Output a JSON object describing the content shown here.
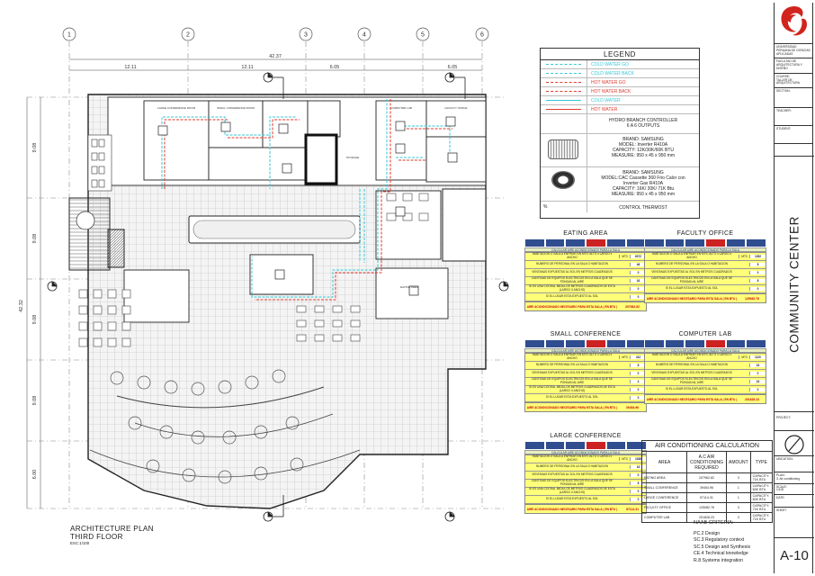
{
  "drawing": {
    "title": "ARCHITECTURE  PLAN",
    "subtitle": "THIRD FLOOR",
    "scale": "ESC:1/100",
    "grid_columns": [
      "1",
      "2",
      "3",
      "4",
      "5",
      "6"
    ],
    "top_dims": [
      "12.11",
      "12.11",
      "6.05",
      "6.05"
    ],
    "overall_dim": "42.37",
    "left_dims": [
      "9.08",
      "9.08",
      "9.08",
      "9.08",
      "6.00"
    ],
    "left_overall": "42.32",
    "room_labels": [
      "LARGE CONFERENCE ROOM",
      "SMALL CONFERENCE ROOM",
      "COMPUTER LAB",
      "FACULTY OFFICE",
      "STORAGE",
      "EATING AREA"
    ]
  },
  "legend": {
    "title": "LEGEND",
    "items": [
      {
        "label": "COLD WATER GO",
        "color": "#35c7d6"
      },
      {
        "label": "COLD WATER BACK",
        "color": "#35c7d6"
      },
      {
        "label": "HOT WATER GO",
        "color": "#e03a2c"
      },
      {
        "label": "HOT WATER BACK",
        "color": "#e03a2c"
      },
      {
        "label": "COLD WATER",
        "color": "#35c7d6"
      },
      {
        "label": "HOT WATER",
        "color": "#e03a2c"
      }
    ],
    "branch": "HYDRO BRANCH CONTROLLER\n6 A 6 OUTPUTS",
    "unit1": "BRAND: SAMSUNG\nMODEL: Inverter R410A\nCAPACITY: 12K/30K/60K BTU\nMEASURE: 950 x 45 x 950 mm",
    "unit2": "BRAND: SAMSUNG\nMODEL:CAC Cassette 360 Frio Calor con\nInverter Gas R410A\nCAPACITY: 16K/ 30K/ 71K Btu\nMEASURE: 950 x 45 x 950 mm",
    "thermostat_symbol": "%",
    "thermostat": "CONTROL THERMOST"
  },
  "calc_tables": [
    {
      "title": "EATING AREA",
      "caption": "CALCULAR AIRE ACONDICIONADO PARA LA SALA",
      "rows": [
        {
          "desc": "HABITACION O SALA A ENFRIAR EN MTS: ALTO x LARGO x ANCHO",
          "unit": "MT3",
          "value": "6072"
        },
        {
          "desc": "NUMERO DE PERSONAL EN LA SALA O HABITACION",
          "unit": "",
          "value": "46"
        },
        {
          "desc": "VENTANAS EXPUESTAS AL SOL EN METROS CUADRADOS",
          "unit": "",
          "value": "0"
        },
        {
          "desc": "CANTIDAD DE EQUIPOS ELECTRICOS EN LA SALA QUE SE PONGAN AL AIRE",
          "unit": "",
          "value": "16"
        },
        {
          "desc": "SI ES UNA COCINA, MIDA LOS METROS CUADRADOS DE ESTA (LARGO X ANCHO)",
          "unit": "",
          "value": "0"
        },
        {
          "desc": "SI EL LUGAR ESTA EXPUESTO AL SOL",
          "unit": "",
          "value": "0"
        }
      ],
      "total_label": "AIRE ACONDICIONADO NECESARIO PARA ESTA SALA ( EN BTU )",
      "total": "207962.82"
    },
    {
      "title": "FACULTY OFFICE",
      "caption": "CALCULAR AIRE ACONDICIONADO PARA LA SALA",
      "rows": [
        {
          "desc": "HABITACION O SALA A ENFRIAR EN MTS: ALTO x LARGO x ANCHO",
          "unit": "MT3",
          "value": "1352"
        },
        {
          "desc": "NUMERO DE PERSONAL EN LA SALA O HABITACION",
          "unit": "",
          "value": "8"
        },
        {
          "desc": "VENTANAS EXPUESTAS AL SOL EN METROS CUADRADOS",
          "unit": "",
          "value": "0"
        },
        {
          "desc": "CANTIDAD DE EQUIPOS ELECTRICOS EN LA SALA QUE SE PONGAN AL AIRE",
          "unit": "",
          "value": "8"
        },
        {
          "desc": "SI EL LUGAR ESTA EXPUESTO AL SOL",
          "unit": "",
          "value": "0"
        }
      ],
      "total_label": "AIRE ACONDICIONADO NECESARIO PARA ESTA SALA ( EN BTU )",
      "total": "125082.76"
    },
    {
      "title": "SMALL CONFERENCE",
      "caption": "CALCULAR AIRE ACONDICIONADO PARA LA SALA",
      "rows": [
        {
          "desc": "HABITACION O SALA A ENFRIAR EN MTS: ALTO x LARGO x ANCHO",
          "unit": "MT3",
          "value": "412"
        },
        {
          "desc": "NUMERO DE PERSONAL EN LA SALA O HABITACION",
          "unit": "",
          "value": "8"
        },
        {
          "desc": "VENTANAS EXPUESTAS AL SOL EN METROS CUADRADOS",
          "unit": "",
          "value": "0"
        },
        {
          "desc": "CANTIDAD DE EQUIPOS ELECTRICOS EN LA SALA QUE SE PONGAN AL AIRE",
          "unit": "",
          "value": "4"
        },
        {
          "desc": "SI ES UNA COCINA, MIDA LOS METROS CUADRADOS DE ESTA (LARGO X ANCHO)",
          "unit": "",
          "value": "0"
        },
        {
          "desc": "SI EL LUGAR ESTA EXPUESTO AL SOL",
          "unit": "",
          "value": "0"
        }
      ],
      "total_label": "AIRE ACONDICIONADO NECESARIO PARA ESTA SALA ( EN BTU )",
      "total": "39454.96"
    },
    {
      "title": "COMPUTER LAB",
      "caption": "CALCULAR AIRE ACONDICIONADO PARA LA SALA",
      "rows": [
        {
          "desc": "HABITACION O SALA A ENFRIAR EN MTS: ALTO x LARGO x ANCHO",
          "unit": "MT3",
          "value": "1120"
        },
        {
          "desc": "NUMERO DE PERSONAL EN LA SALA O HABITACION",
          "unit": "",
          "value": "24"
        },
        {
          "desc": "VENTANAS EXPUESTAS AL SOL EN METROS CUADRADOS",
          "unit": "",
          "value": "0"
        },
        {
          "desc": "CANTIDAD DE EQUIPOS ELECTRICOS EN LA SALA QUE SE PONGAN AL AIRE",
          "unit": "",
          "value": "24"
        },
        {
          "desc": "SI EL LUGAR ESTA EXPUESTO AL SOL",
          "unit": "",
          "value": "0"
        }
      ],
      "total_label": "AIRE ACONDICIONADO NECESARIO PARA ESTA SALA ( EN BTU )",
      "total": "201828.23"
    },
    {
      "title": "LARGE CONFERENCE",
      "caption": "CALCULAR AIRE ACONDICIONADO PARA LA SALA",
      "rows": [
        {
          "desc": "HABITACION O SALA A ENFRIAR EN MTS: ALTO x LARGO x ANCHO",
          "unit": "MT3",
          "value": "1188"
        },
        {
          "desc": "NUMERO DE PERSONAL EN LA SALA O HABITACION",
          "unit": "",
          "value": "16"
        },
        {
          "desc": "VENTANAS EXPUESTAS AL SOL EN METROS CUADRADOS",
          "unit": "",
          "value": "0"
        },
        {
          "desc": "CANTIDAD DE EQUIPOS ELECTRICOS EN LA SALA QUE SE PONGAN AL AIRE",
          "unit": "",
          "value": "8"
        },
        {
          "desc": "SI ES UNA COCINA, MIDA LOS METROS CUADRADOS DE ESTA (LARGO X ANCHO)",
          "unit": "",
          "value": "0"
        },
        {
          "desc": "SI EL LUGAR ESTA EXPUESTO AL SOL",
          "unit": "",
          "value": "0"
        }
      ],
      "total_label": "AIRE ACONDICIONADO NECESARIO PARA ESTA SALA ( EN BTU )",
      "total": "57114.31"
    }
  ],
  "ac_summary": {
    "title": "AIR CONDITIONING CALCULATION",
    "headers": [
      "AREA",
      "A.C AIR CONDITIONING REQUIRED",
      "AMOUNT",
      "TYPE"
    ],
    "rows": [
      [
        "EATING AREA",
        "207962.82",
        "3",
        "CAPACITY: 71K BTU"
      ],
      [
        "SMALL CONFERENCE",
        "39454.96",
        "1",
        "CAPACITY: 60K BTU"
      ],
      [
        "LARGE CONFERENCE",
        "57114.31",
        "1",
        "CAPACITY: 60K BTU"
      ],
      [
        "FACULTY OFFICE",
        "125082.76",
        "3",
        "CAPACITY: 71K BTU"
      ],
      [
        "COMPUTER LAB",
        "201828.23",
        "3",
        "CAPACITY: 71K BTU"
      ]
    ]
  },
  "naab": {
    "title": "NAAB CRITERIA:",
    "items": [
      "PC.2 Design",
      "SC.3 Regulatory context",
      "SC.5 Design and Synthesis",
      "CE.4 Technical knowledge",
      "R.8 Systems integration"
    ]
  },
  "title_block": {
    "university": "UNIVERSIDAD PERUANA DE CIENCIAS APLICADAS",
    "faculty": "FACULTAD DE ARQUITECTURA Y DISEÑO",
    "course_label": "COURSE:",
    "course": "TALLER DE ARQUITECTURA",
    "section_label": "SECTION:",
    "teacher_label": "TEACHER:",
    "student_label": "STUDENT:",
    "project_label": "PROJECT:",
    "project": "COMMUNITY CENTER",
    "location_label": "UBICATION:",
    "plan_label": "PLAN:",
    "plan": "3. Air conditioning",
    "scale_label": "SCALE:",
    "scale": "1/100",
    "date_label": "DATE:",
    "sheet_label": "SHEET:",
    "sheet": "A-10"
  },
  "colors": {
    "cold": "#35c7d6",
    "hot": "#e03a2c",
    "wall": "#1a1a1a",
    "table_head": "#2f4d8f",
    "table_fill": "#ffff7a"
  }
}
